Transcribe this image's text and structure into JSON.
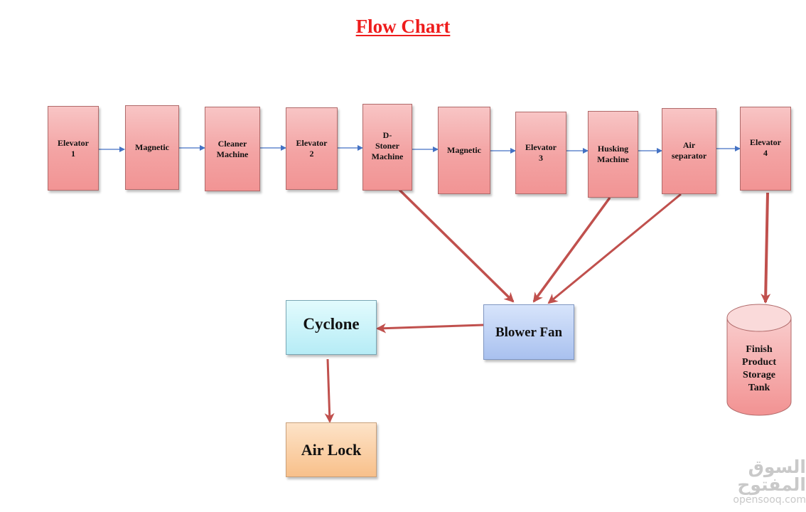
{
  "title": "Flow Chart",
  "process_steps": [
    {
      "label": "Elevator\n1"
    },
    {
      "label": "Magnetic"
    },
    {
      "label": "Cleaner\nMachine"
    },
    {
      "label": "Elevator\n2"
    },
    {
      "label": "D-\nStoner\nMachine"
    },
    {
      "label": "Magnetic"
    },
    {
      "label": "Elevator\n3"
    },
    {
      "label": "Husking\nMachine"
    },
    {
      "label": "Air\nseparator"
    },
    {
      "label": "Elevator\n4"
    }
  ],
  "cyclone": "Cyclone",
  "blower_fan": "Blower Fan",
  "air_lock": "Air Lock",
  "storage_tank": "Finish\nProduct\nStorage\nTank",
  "colors": {
    "title": "#ee1c1c",
    "process_fill": "#f4a6a6",
    "cyclone_fill": "#b6ecf6",
    "blower_fill": "#a9c1ef",
    "air_lock_fill": "#f8c08a",
    "main_arrow": "#4472c4",
    "aux_arrow": "#c0504d"
  },
  "watermark": {
    "arabic": "السوق المفتوح",
    "latin": "opensooq.com"
  }
}
